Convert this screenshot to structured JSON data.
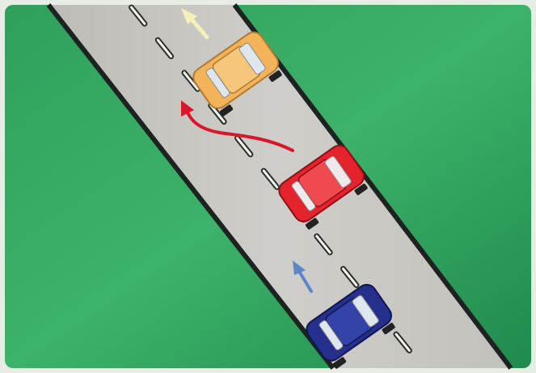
{
  "colors": {
    "frame": "#e7ece4",
    "grass_light": "#3fae6a",
    "grass_dark": "#1e8a4a",
    "road": "#c9c8c3",
    "road_shade": "#b7b6b0",
    "edge_line": "#1d2320",
    "lane_dash": "#2a2f2b",
    "orange_car": "#f2b35a",
    "red_car": "#e4232c",
    "blue_car": "#24308c",
    "arrow_yellow": "#f3f0b8",
    "arrow_red": "#d9172a",
    "arrow_blue": "#5b87c7"
  },
  "scene": {
    "cars": [
      {
        "name": "orange-car",
        "color_key": "orange_car",
        "role": "vehicle ahead"
      },
      {
        "name": "red-car",
        "color_key": "red_car",
        "role": "overtaking vehicle"
      },
      {
        "name": "blue-car",
        "color_key": "blue_car",
        "role": "following vehicle"
      }
    ],
    "arrows": [
      {
        "name": "yellow-arrow",
        "color_key": "arrow_yellow",
        "direction": "forward"
      },
      {
        "name": "red-arrow",
        "color_key": "arrow_red",
        "direction": "lane-change-left"
      },
      {
        "name": "blue-arrow",
        "color_key": "arrow_blue",
        "direction": "forward"
      }
    ]
  }
}
